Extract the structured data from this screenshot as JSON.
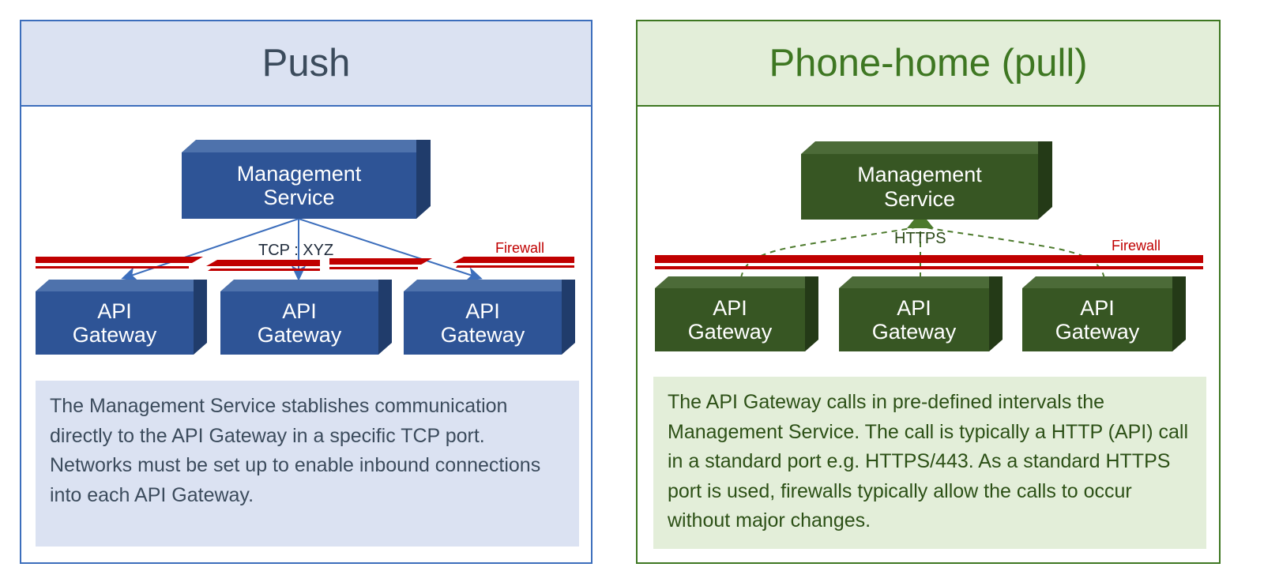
{
  "colors": {
    "blue_border": "#3C6EBC",
    "blue_header_bg": "#DBE2F2",
    "blue_title_text": "#3B4B5C",
    "blue_box_face": "#2E5496",
    "blue_box_top": "#4E72AC",
    "blue_box_side": "#203C6B",
    "blue_arrow": "#3C6EBC",
    "green_border": "#3E7722",
    "green_header_bg": "#E3EED9",
    "green_title_text": "#3E7722",
    "green_box_face": "#375623",
    "green_box_top": "#4C6B38",
    "green_box_side": "#243A17",
    "green_arrow": "#4C7A2C",
    "firewall_red": "#C00000",
    "text_dark_blue": "#3B4B5C",
    "text_dark_green": "#2C5016"
  },
  "panels": [
    {
      "id": "push",
      "title": "Push",
      "nodes": {
        "management_service": "Management\nService",
        "management_service_line1": "Management",
        "management_service_line2": "Service",
        "gateways": [
          {
            "line1": "API",
            "line2": "Gateway"
          },
          {
            "line1": "API",
            "line2": "Gateway"
          },
          {
            "line1": "API",
            "line2": "Gateway"
          }
        ]
      },
      "connector_label": "TCP :  XYZ",
      "firewall_label": "Firewall",
      "description": "The Management Service stablishes communication directly to the API Gateway in a specific TCP port. Networks must be set up to enable inbound connections into each API Gateway."
    },
    {
      "id": "pull",
      "title": "Phone-home (pull)",
      "nodes": {
        "management_service": "Management\nService",
        "management_service_line1": "Management",
        "management_service_line2": "Service",
        "gateways": [
          {
            "line1": "API",
            "line2": "Gateway"
          },
          {
            "line1": "API",
            "line2": "Gateway"
          },
          {
            "line1": "API",
            "line2": "Gateway"
          }
        ]
      },
      "connector_label": "HTTPS",
      "firewall_label": "Firewall",
      "description": "The API Gateway calls in pre-defined intervals the Management Service. The call is typically a HTTP (API) call in a standard port e.g. HTTPS/443.  As a standard HTTPS port is used, firewalls typically allow the calls to occur without major changes."
    }
  ]
}
